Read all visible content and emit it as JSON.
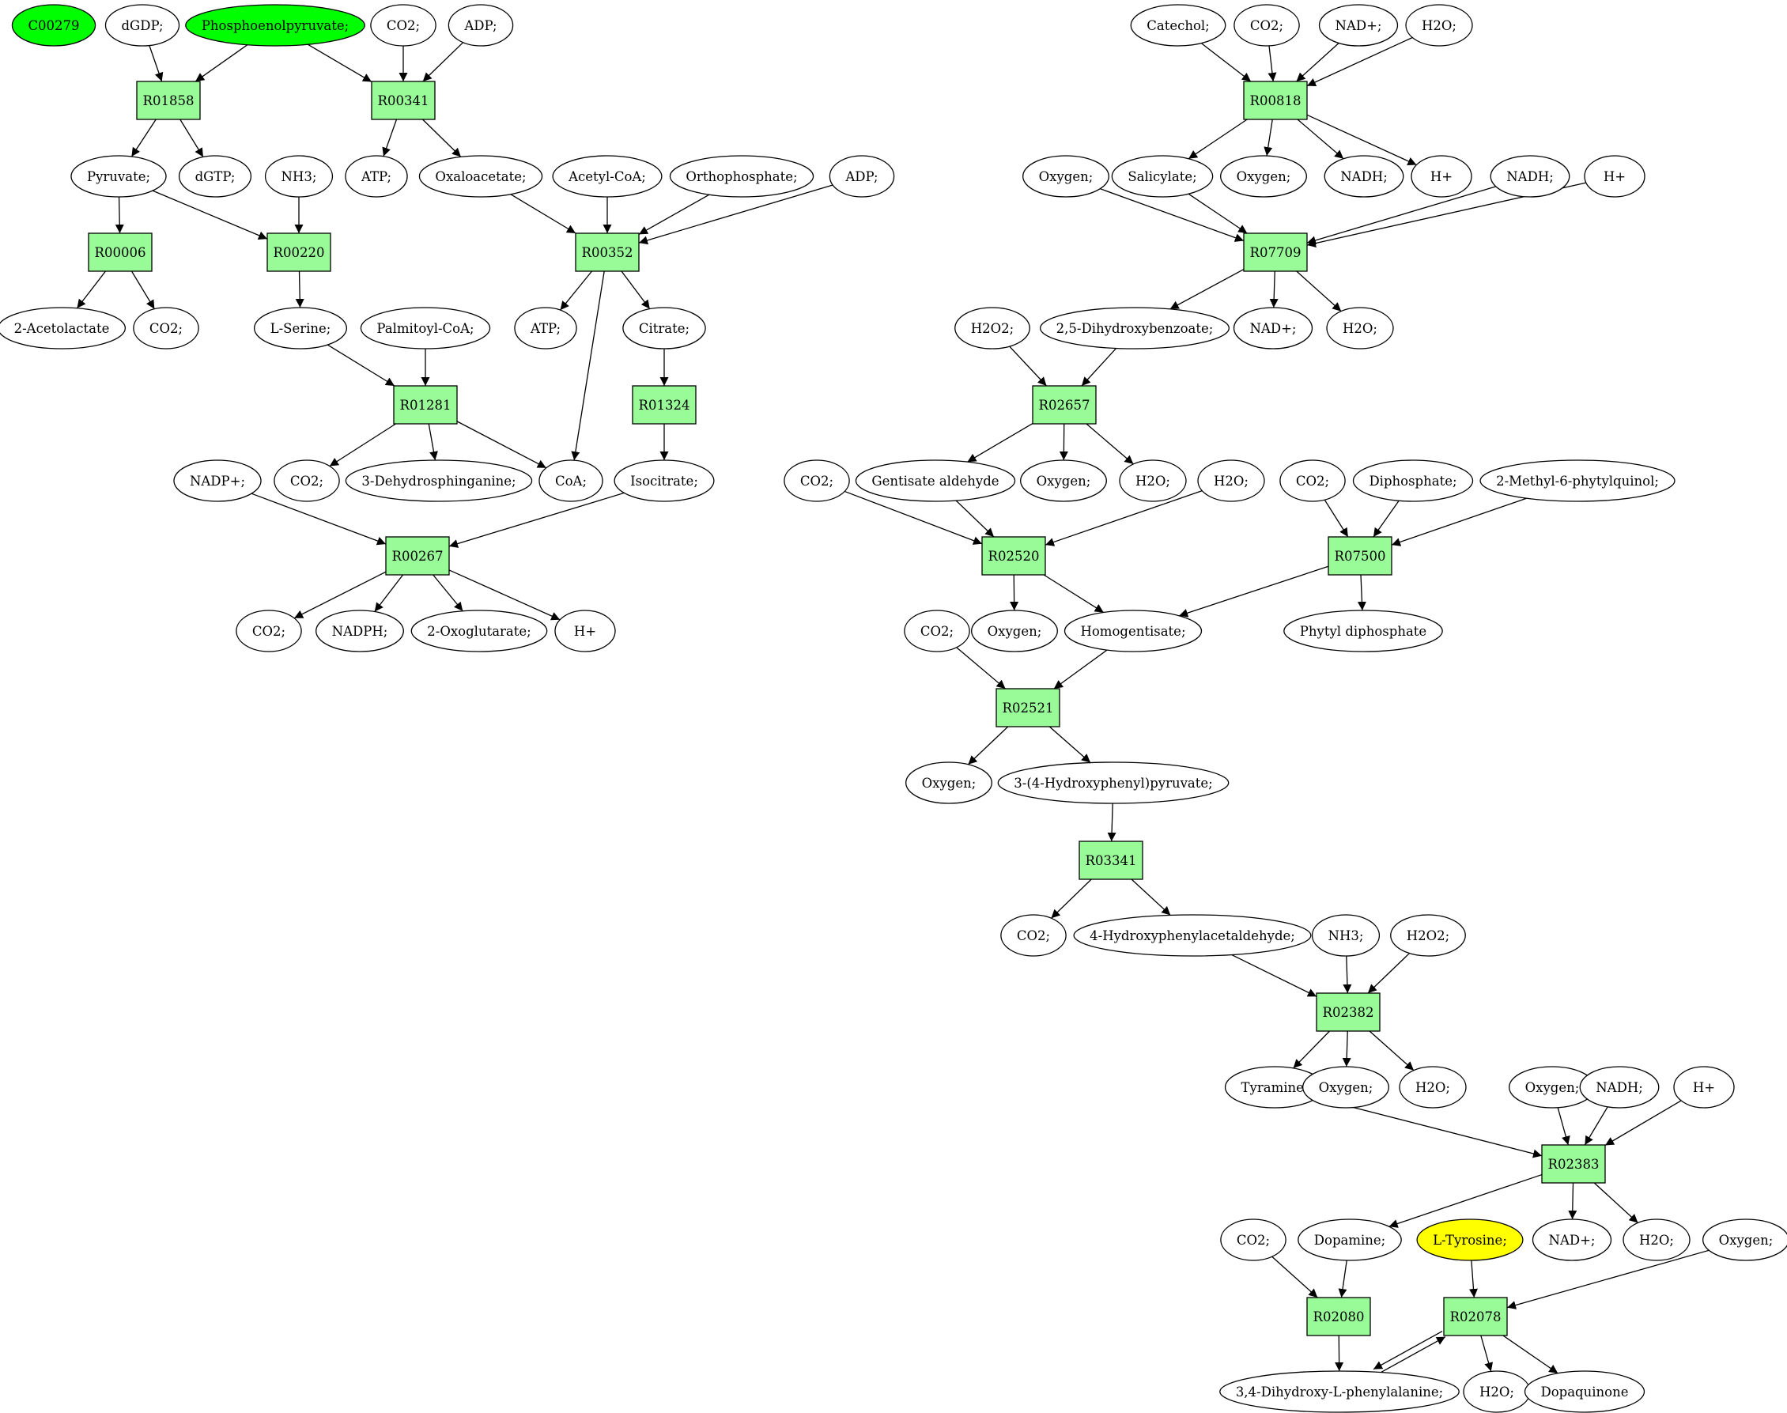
{
  "colors": {
    "reaction_fill": "#98fb98",
    "compound_fill": "#ffffff",
    "highlight_green": "#00ff00",
    "highlight_yellow": "#ffff00",
    "stroke": "#000000"
  },
  "reactions": [
    {
      "id": "R01858",
      "label": "R01858"
    },
    {
      "id": "R00341",
      "label": "R00341"
    },
    {
      "id": "R00006",
      "label": "R00006"
    },
    {
      "id": "R00220",
      "label": "R00220"
    },
    {
      "id": "R00352",
      "label": "R00352"
    },
    {
      "id": "R01281",
      "label": "R01281"
    },
    {
      "id": "R01324",
      "label": "R01324"
    },
    {
      "id": "R00267",
      "label": "R00267"
    },
    {
      "id": "R00818",
      "label": "R00818"
    },
    {
      "id": "R07709",
      "label": "R07709"
    },
    {
      "id": "R02657",
      "label": "R02657"
    },
    {
      "id": "R02520",
      "label": "R02520"
    },
    {
      "id": "R07500",
      "label": "R07500"
    },
    {
      "id": "R02521",
      "label": "R02521"
    },
    {
      "id": "R03341",
      "label": "R03341"
    },
    {
      "id": "R02382",
      "label": "R02382"
    },
    {
      "id": "R02383",
      "label": "R02383"
    },
    {
      "id": "R02080",
      "label": "R02080"
    },
    {
      "id": "R02078",
      "label": "R02078"
    }
  ],
  "compounds": [
    {
      "id": "c_C00279",
      "label": "C00279",
      "color": "green"
    },
    {
      "id": "c_dGDP",
      "label": "dGDP;"
    },
    {
      "id": "c_PEP",
      "label": "Phosphoenolpyruvate;",
      "color": "green"
    },
    {
      "id": "c_CO2_1",
      "label": "CO2;"
    },
    {
      "id": "c_ADP_1",
      "label": "ADP;"
    },
    {
      "id": "c_Pyruvate",
      "label": "Pyruvate;"
    },
    {
      "id": "c_dGTP",
      "label": "dGTP;"
    },
    {
      "id": "c_NH3_1",
      "label": "NH3;"
    },
    {
      "id": "c_ATP_1",
      "label": "ATP;"
    },
    {
      "id": "c_Oxaloacetate",
      "label": "Oxaloacetate;"
    },
    {
      "id": "c_AcetylCoA",
      "label": "Acetyl-CoA;"
    },
    {
      "id": "c_Orthophosphate",
      "label": "Orthophosphate;"
    },
    {
      "id": "c_ADP_2",
      "label": "ADP;"
    },
    {
      "id": "c_Acetolactate",
      "label": "2-Acetolactate"
    },
    {
      "id": "c_CO2_2",
      "label": "CO2;"
    },
    {
      "id": "c_LSerine",
      "label": "L-Serine;"
    },
    {
      "id": "c_PalmitoylCoA",
      "label": "Palmitoyl-CoA;"
    },
    {
      "id": "c_ATP_2",
      "label": "ATP;"
    },
    {
      "id": "c_Citrate",
      "label": "Citrate;"
    },
    {
      "id": "c_NADPplus",
      "label": "NADP+;"
    },
    {
      "id": "c_CO2_3",
      "label": "CO2;"
    },
    {
      "id": "c_Dehydrosphinganine",
      "label": "3-Dehydrosphinganine;"
    },
    {
      "id": "c_CoA",
      "label": "CoA;"
    },
    {
      "id": "c_Isocitrate",
      "label": "Isocitrate;"
    },
    {
      "id": "c_CO2_4",
      "label": "CO2;"
    },
    {
      "id": "c_NADPH",
      "label": "NADPH;"
    },
    {
      "id": "c_Oxoglutarate",
      "label": "2-Oxoglutarate;"
    },
    {
      "id": "c_Hplus_1",
      "label": "H+"
    },
    {
      "id": "c_Catechol",
      "label": "Catechol;"
    },
    {
      "id": "c_CO2_5",
      "label": "CO2;"
    },
    {
      "id": "c_NADplus_1",
      "label": "NAD+;"
    },
    {
      "id": "c_H2O_1",
      "label": "H2O;"
    },
    {
      "id": "c_Oxygen_1",
      "label": "Oxygen;"
    },
    {
      "id": "c_Salicylate",
      "label": "Salicylate;"
    },
    {
      "id": "c_Oxygen_2",
      "label": "Oxygen;"
    },
    {
      "id": "c_NADH_1",
      "label": "NADH;"
    },
    {
      "id": "c_Hplus_2",
      "label": "H+"
    },
    {
      "id": "c_NADH_2",
      "label": "NADH;"
    },
    {
      "id": "c_Hplus_3",
      "label": "H+"
    },
    {
      "id": "c_H2O2_1",
      "label": "H2O2;"
    },
    {
      "id": "c_Dihydroxybenzoate",
      "label": "2,5-Dihydroxybenzoate;"
    },
    {
      "id": "c_NADplus_2",
      "label": "NAD+;"
    },
    {
      "id": "c_H2O_2",
      "label": "H2O;"
    },
    {
      "id": "c_CO2_6",
      "label": "CO2;"
    },
    {
      "id": "c_GentisateAld",
      "label": "Gentisate aldehyde"
    },
    {
      "id": "c_Oxygen_3",
      "label": "Oxygen;"
    },
    {
      "id": "c_H2O_3",
      "label": "H2O;"
    },
    {
      "id": "c_H2O_4",
      "label": "H2O;"
    },
    {
      "id": "c_CO2_7",
      "label": "CO2;"
    },
    {
      "id": "c_Diphosphate",
      "label": "Diphosphate;"
    },
    {
      "id": "c_MethylPhytyl",
      "label": "2-Methyl-6-phytylquinol;"
    },
    {
      "id": "c_CO2_8",
      "label": "CO2;"
    },
    {
      "id": "c_Oxygen_4",
      "label": "Oxygen;"
    },
    {
      "id": "c_Homogentisate",
      "label": "Homogentisate;"
    },
    {
      "id": "c_PhytylDP",
      "label": "Phytyl diphosphate"
    },
    {
      "id": "c_Oxygen_5",
      "label": "Oxygen;"
    },
    {
      "id": "c_HPP",
      "label": "3-(4-Hydroxyphenyl)pyruvate;"
    },
    {
      "id": "c_CO2_9",
      "label": "CO2;"
    },
    {
      "id": "c_HPAA",
      "label": "4-Hydroxyphenylacetaldehyde;"
    },
    {
      "id": "c_NH3_2",
      "label": "NH3;"
    },
    {
      "id": "c_H2O2_2",
      "label": "H2O2;"
    },
    {
      "id": "c_Tyramine",
      "label": "Tyramine;"
    },
    {
      "id": "c_Oxygen_6",
      "label": "Oxygen;"
    },
    {
      "id": "c_H2O_5",
      "label": "H2O;"
    },
    {
      "id": "c_Oxygen_7",
      "label": "Oxygen;"
    },
    {
      "id": "c_NADH_3",
      "label": "NADH;"
    },
    {
      "id": "c_Hplus_4",
      "label": "H+"
    },
    {
      "id": "c_CO2_10",
      "label": "CO2;"
    },
    {
      "id": "c_Dopamine",
      "label": "Dopamine;"
    },
    {
      "id": "c_LTyrosine",
      "label": "L-Tyrosine;",
      "color": "yellow"
    },
    {
      "id": "c_NADplus_3",
      "label": "NAD+;"
    },
    {
      "id": "c_H2O_6",
      "label": "H2O;"
    },
    {
      "id": "c_Oxygen_8",
      "label": "Oxygen;"
    },
    {
      "id": "c_LDOPA",
      "label": "3,4-Dihydroxy-L-phenylalanine;"
    },
    {
      "id": "c_H2O_7",
      "label": "H2O;"
    },
    {
      "id": "c_Dopaquinone",
      "label": "Dopaquinone"
    }
  ],
  "edges": [
    [
      "c_dGDP",
      "R01858"
    ],
    [
      "c_PEP",
      "R01858"
    ],
    [
      "R01858",
      "c_Pyruvate"
    ],
    [
      "R01858",
      "c_dGTP"
    ],
    [
      "c_PEP",
      "R00341"
    ],
    [
      "c_CO2_1",
      "R00341"
    ],
    [
      "c_ADP_1",
      "R00341"
    ],
    [
      "R00341",
      "c_ATP_1"
    ],
    [
      "R00341",
      "c_Oxaloacetate"
    ],
    [
      "c_Pyruvate",
      "R00006"
    ],
    [
      "R00006",
      "c_Acetolactate"
    ],
    [
      "R00006",
      "c_CO2_2"
    ],
    [
      "c_Pyruvate",
      "R00220"
    ],
    [
      "c_NH3_1",
      "R00220"
    ],
    [
      "R00220",
      "c_LSerine"
    ],
    [
      "c_Oxaloacetate",
      "R00352"
    ],
    [
      "c_AcetylCoA",
      "R00352"
    ],
    [
      "c_Orthophosphate",
      "R00352"
    ],
    [
      "c_ADP_2",
      "R00352"
    ],
    [
      "R00352",
      "c_ATP_2"
    ],
    [
      "R00352",
      "c_Citrate"
    ],
    [
      "R00352",
      "c_CoA"
    ],
    [
      "c_LSerine",
      "R01281"
    ],
    [
      "c_PalmitoylCoA",
      "R01281"
    ],
    [
      "R01281",
      "c_CO2_3"
    ],
    [
      "R01281",
      "c_Dehydrosphinganine"
    ],
    [
      "R01281",
      "c_CoA"
    ],
    [
      "c_Citrate",
      "R01324"
    ],
    [
      "R01324",
      "c_Isocitrate"
    ],
    [
      "c_NADPplus",
      "R00267"
    ],
    [
      "c_Isocitrate",
      "R00267"
    ],
    [
      "R00267",
      "c_CO2_4"
    ],
    [
      "R00267",
      "c_NADPH"
    ],
    [
      "R00267",
      "c_Oxoglutarate"
    ],
    [
      "R00267",
      "c_Hplus_1"
    ],
    [
      "c_Catechol",
      "R00818"
    ],
    [
      "c_CO2_5",
      "R00818"
    ],
    [
      "c_NADplus_1",
      "R00818"
    ],
    [
      "c_H2O_1",
      "R00818"
    ],
    [
      "R00818",
      "c_Salicylate"
    ],
    [
      "R00818",
      "c_Oxygen_2"
    ],
    [
      "R00818",
      "c_NADH_1"
    ],
    [
      "R00818",
      "c_Hplus_2"
    ],
    [
      "c_Oxygen_1",
      "R07709"
    ],
    [
      "c_Salicylate",
      "R07709"
    ],
    [
      "c_NADH_2",
      "R07709"
    ],
    [
      "c_Hplus_3",
      "R07709"
    ],
    [
      "R07709",
      "c_Dihydroxybenzoate"
    ],
    [
      "R07709",
      "c_NADplus_2"
    ],
    [
      "R07709",
      "c_H2O_2"
    ],
    [
      "c_H2O2_1",
      "R02657"
    ],
    [
      "c_Dihydroxybenzoate",
      "R02657"
    ],
    [
      "R02657",
      "c_GentisateAld"
    ],
    [
      "R02657",
      "c_Oxygen_3"
    ],
    [
      "R02657",
      "c_H2O_3"
    ],
    [
      "c_CO2_6",
      "R02520"
    ],
    [
      "c_GentisateAld",
      "R02520"
    ],
    [
      "c_H2O_4",
      "R02520"
    ],
    [
      "R02520",
      "c_Oxygen_4"
    ],
    [
      "R02520",
      "c_Homogentisate"
    ],
    [
      "c_CO2_7",
      "R07500"
    ],
    [
      "c_Diphosphate",
      "R07500"
    ],
    [
      "c_MethylPhytyl",
      "R07500"
    ],
    [
      "R07500",
      "c_Homogentisate"
    ],
    [
      "R07500",
      "c_PhytylDP"
    ],
    [
      "c_CO2_8",
      "R02521"
    ],
    [
      "c_Homogentisate",
      "R02521"
    ],
    [
      "R02521",
      "c_Oxygen_5"
    ],
    [
      "R02521",
      "c_HPP"
    ],
    [
      "c_HPP",
      "R03341"
    ],
    [
      "R03341",
      "c_CO2_9"
    ],
    [
      "R03341",
      "c_HPAA"
    ],
    [
      "c_HPAA",
      "R02382"
    ],
    [
      "c_NH3_2",
      "R02382"
    ],
    [
      "c_H2O2_2",
      "R02382"
    ],
    [
      "R02382",
      "c_Tyramine"
    ],
    [
      "R02382",
      "c_Oxygen_6"
    ],
    [
      "R02382",
      "c_H2O_5"
    ],
    [
      "c_Tyramine",
      "R02383"
    ],
    [
      "c_Oxygen_7",
      "R02383"
    ],
    [
      "c_NADH_3",
      "R02383"
    ],
    [
      "c_Hplus_4",
      "R02383"
    ],
    [
      "R02383",
      "c_Dopamine"
    ],
    [
      "R02383",
      "c_NADplus_3"
    ],
    [
      "R02383",
      "c_H2O_6"
    ],
    [
      "c_CO2_10",
      "R02080"
    ],
    [
      "c_Dopamine",
      "R02080"
    ],
    [
      "R02080",
      "c_LDOPA"
    ],
    [
      "c_LTyrosine",
      "R02078"
    ],
    [
      "c_Oxygen_8",
      "R02078"
    ],
    [
      "c_LDOPA",
      "R02078"
    ],
    [
      "R02078",
      "c_LDOPA"
    ],
    [
      "R02078",
      "c_H2O_7"
    ],
    [
      "R02078",
      "c_Dopaquinone"
    ]
  ]
}
